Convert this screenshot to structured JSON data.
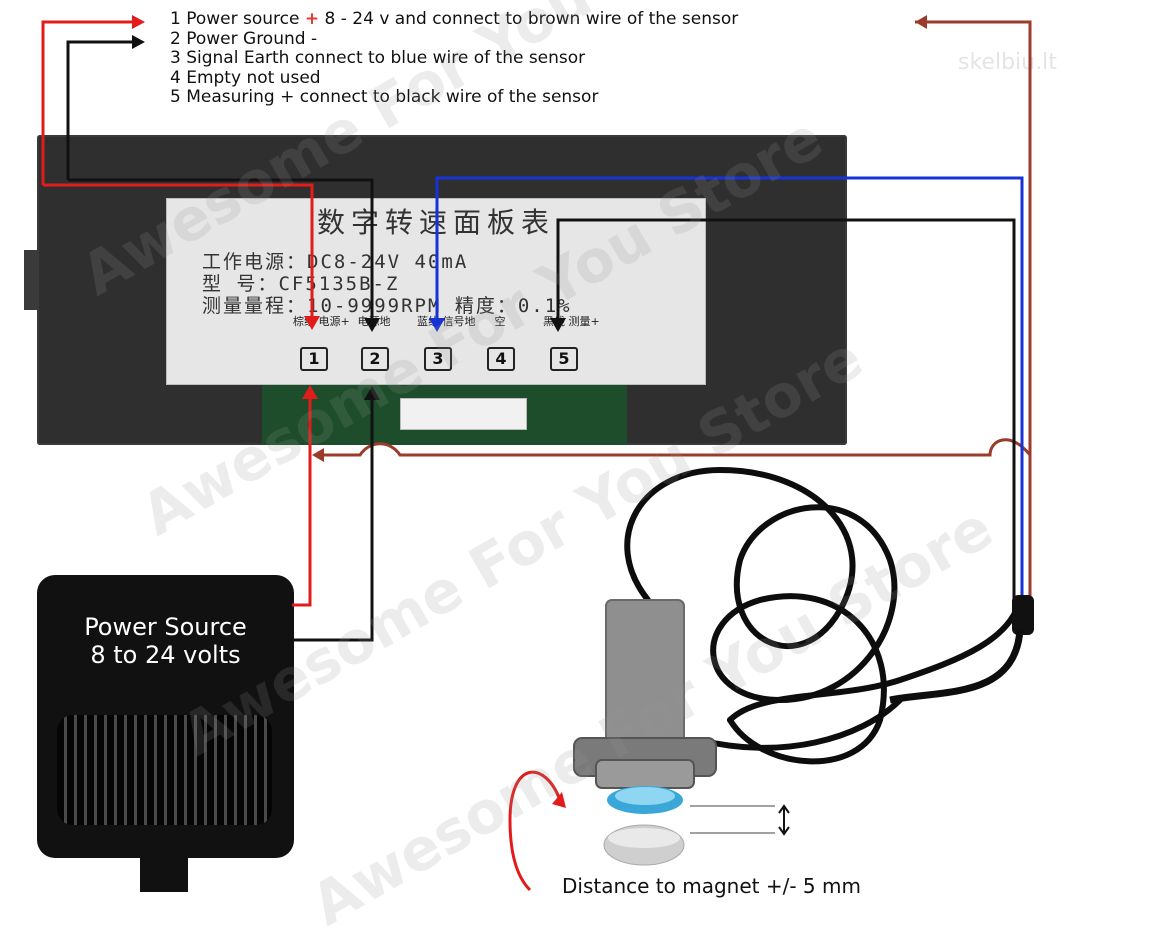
{
  "legend": {
    "line1_start": "1 Power source",
    "line1_plus": "+",
    "line1_end": "8 - 24 v and connect to brown wire of the sensor",
    "line2": "2 Power Ground -",
    "line3": "3 Signal Earth connect to blue wire of the sensor",
    "line4": "4 Empty not used",
    "line5": "5 Measuring + connect to black wire of the sensor"
  },
  "watermark_corner": "skelbiu.lt",
  "watermark_text": "Awesome For You Store",
  "panel_label": {
    "title": "数字转速面板表",
    "line1": "工作电源：DC8-24V   40mA",
    "line2": "型    号：CF5135B-Z",
    "line3": "测量量程：10-9999RPM  精度：0.1%",
    "terminals": [
      {
        "num": "1",
        "label": "棕线 电源+"
      },
      {
        "num": "2",
        "label": "电源地"
      },
      {
        "num": "3",
        "label": "蓝线 信号地"
      },
      {
        "num": "4",
        "label": "空"
      },
      {
        "num": "5",
        "label": "黑线 测量+"
      }
    ]
  },
  "power_source": {
    "line1": "Power Source",
    "line2": "8 to 24 volts"
  },
  "sensor_caption": "Distance to magnet +/- 5 mm",
  "wire_colors": {
    "red": "#e21b1b",
    "black": "#111111",
    "blue": "#1733d6",
    "brown": "#9b3b2b"
  }
}
